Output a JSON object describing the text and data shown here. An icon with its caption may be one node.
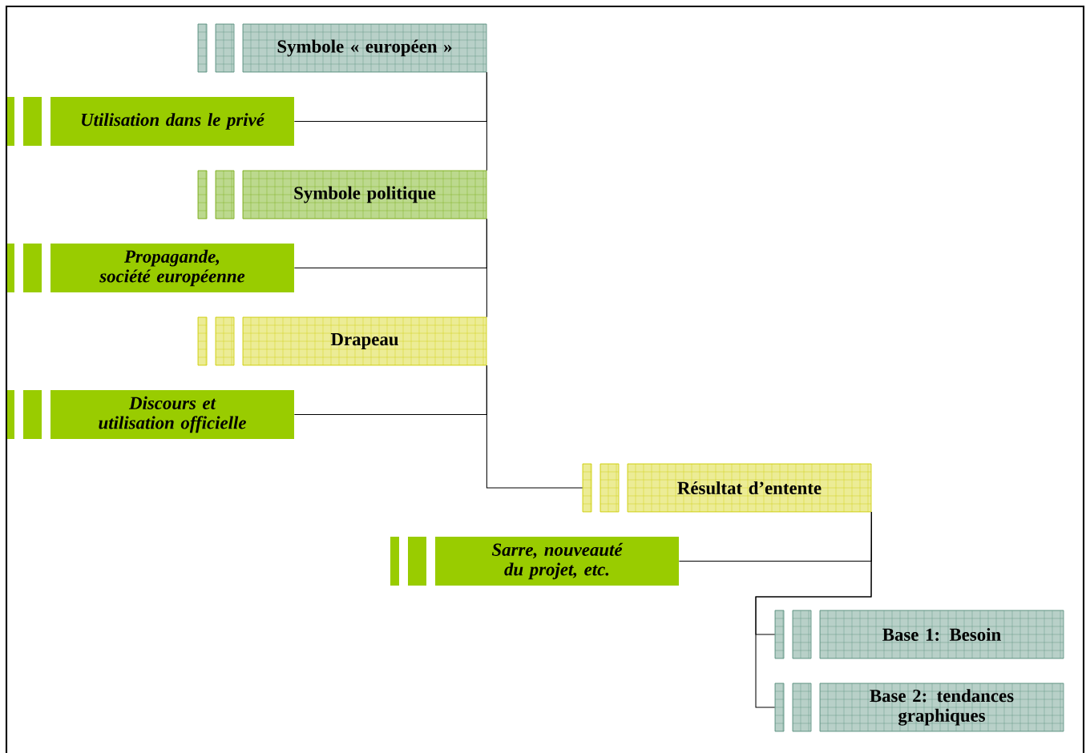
{
  "diagram": {
    "nodes": [
      {
        "text": [
          "Symbole « européen »"
        ]
      },
      {
        "text": [
          "Utilisation dans le privé"
        ]
      },
      {
        "text": [
          "Symbole politique"
        ]
      },
      {
        "text": [
          "Propagande, société européenne"
        ]
      },
      {
        "text": [
          "Drapeau"
        ]
      },
      {
        "text": [
          "Discours et utilisation officielle"
        ]
      },
      {
        "text": [
          "Résultat d’entente"
        ]
      },
      {
        "text": [
          "Sarre, nouveauté du projet, etc."
        ]
      },
      {
        "text": [
          "Base 1: Besoin"
        ]
      },
      {
        "text": [
          "Base 2: tendances graphiques"
        ]
      }
    ],
    "edges": [
      {
        "from": 0,
        "to": 1,
        "arrow": "none"
      },
      {
        "from": 0,
        "to": 2,
        "arrow": "none"
      },
      {
        "from": 2,
        "to": 3,
        "arrow": "none"
      },
      {
        "from": 2,
        "to": 4,
        "arrow": "none"
      },
      {
        "from": 4,
        "to": 5,
        "arrow": "none"
      },
      {
        "from": 4,
        "to": 6,
        "arrow": "none"
      },
      {
        "from": 6,
        "to": 7,
        "arrow": "none"
      },
      {
        "from": 6,
        "to": 8,
        "arrow": "none"
      },
      {
        "from": 6,
        "to": 9,
        "arrow": "none"
      }
    ]
  }
}
